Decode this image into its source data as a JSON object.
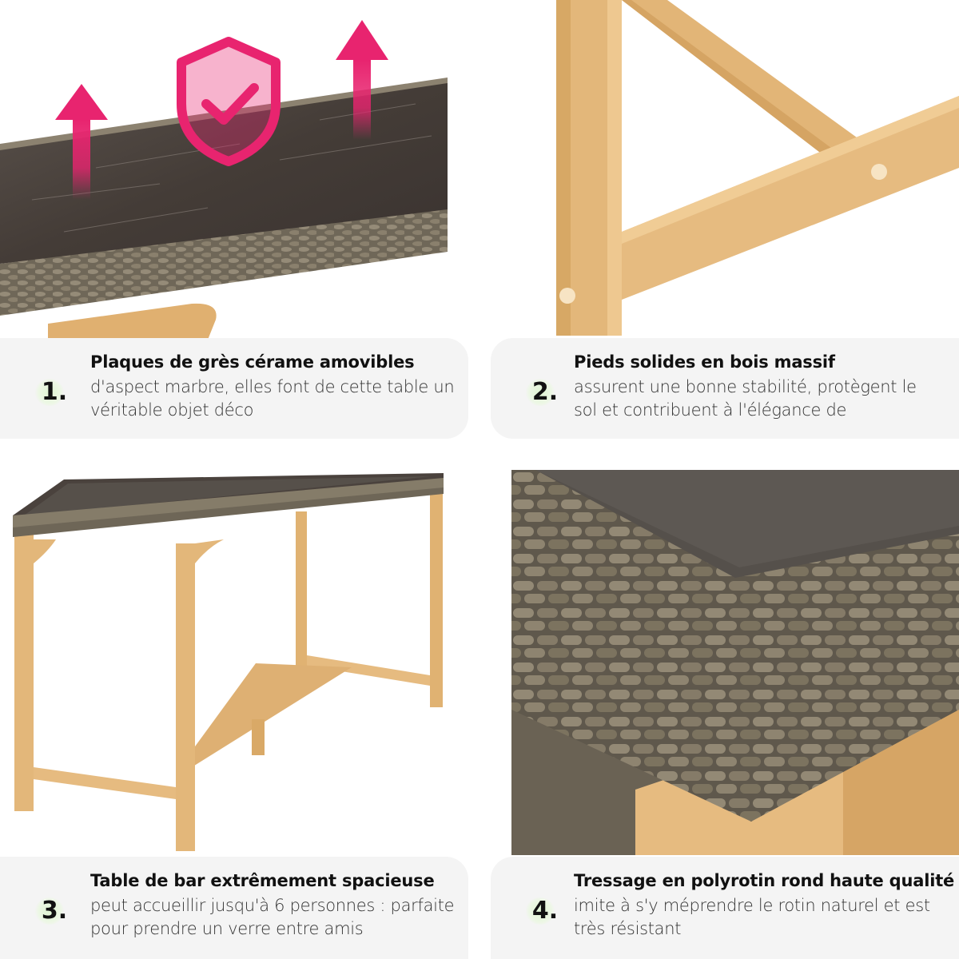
{
  "colors": {
    "accent_pink": "#e8246f",
    "caption_bg": "#f4f4f4",
    "number_glow": "#dff4d2",
    "wood": "#e3b77a",
    "rattan": "#7d7565",
    "marble": "#4a423d"
  },
  "panels": [
    {
      "id": 1,
      "image": "marble-ceramic-tabletop-closeup",
      "icons": [
        "arrow-up-icon",
        "shield-check-icon",
        "arrow-up-icon"
      ],
      "number": "1.",
      "title": "Plaques de grès cérame amovibles",
      "body": "d'aspect marbre, elles font de cette table un véritable objet déco"
    },
    {
      "id": 2,
      "image": "solid-wood-leg-closeup",
      "number": "2.",
      "title": "Pieds solides en bois massif",
      "body": "assurent une bonne stabilité, protègent le sol et contribuent à l'élégance de"
    },
    {
      "id": 3,
      "image": "full-bar-table",
      "number": "3.",
      "title": "Table de bar extrêmement spacieuse",
      "body": "peut accueillir jusqu'à 6 personnes : parfaite pour prendre un verre entre amis"
    },
    {
      "id": 4,
      "image": "round-poly-rattan-weave-closeup",
      "number": "4.",
      "title": "Tressage en polyrotin rond haute qualité",
      "body": "imite à s'y méprendre le rotin naturel et est très résistant"
    }
  ]
}
